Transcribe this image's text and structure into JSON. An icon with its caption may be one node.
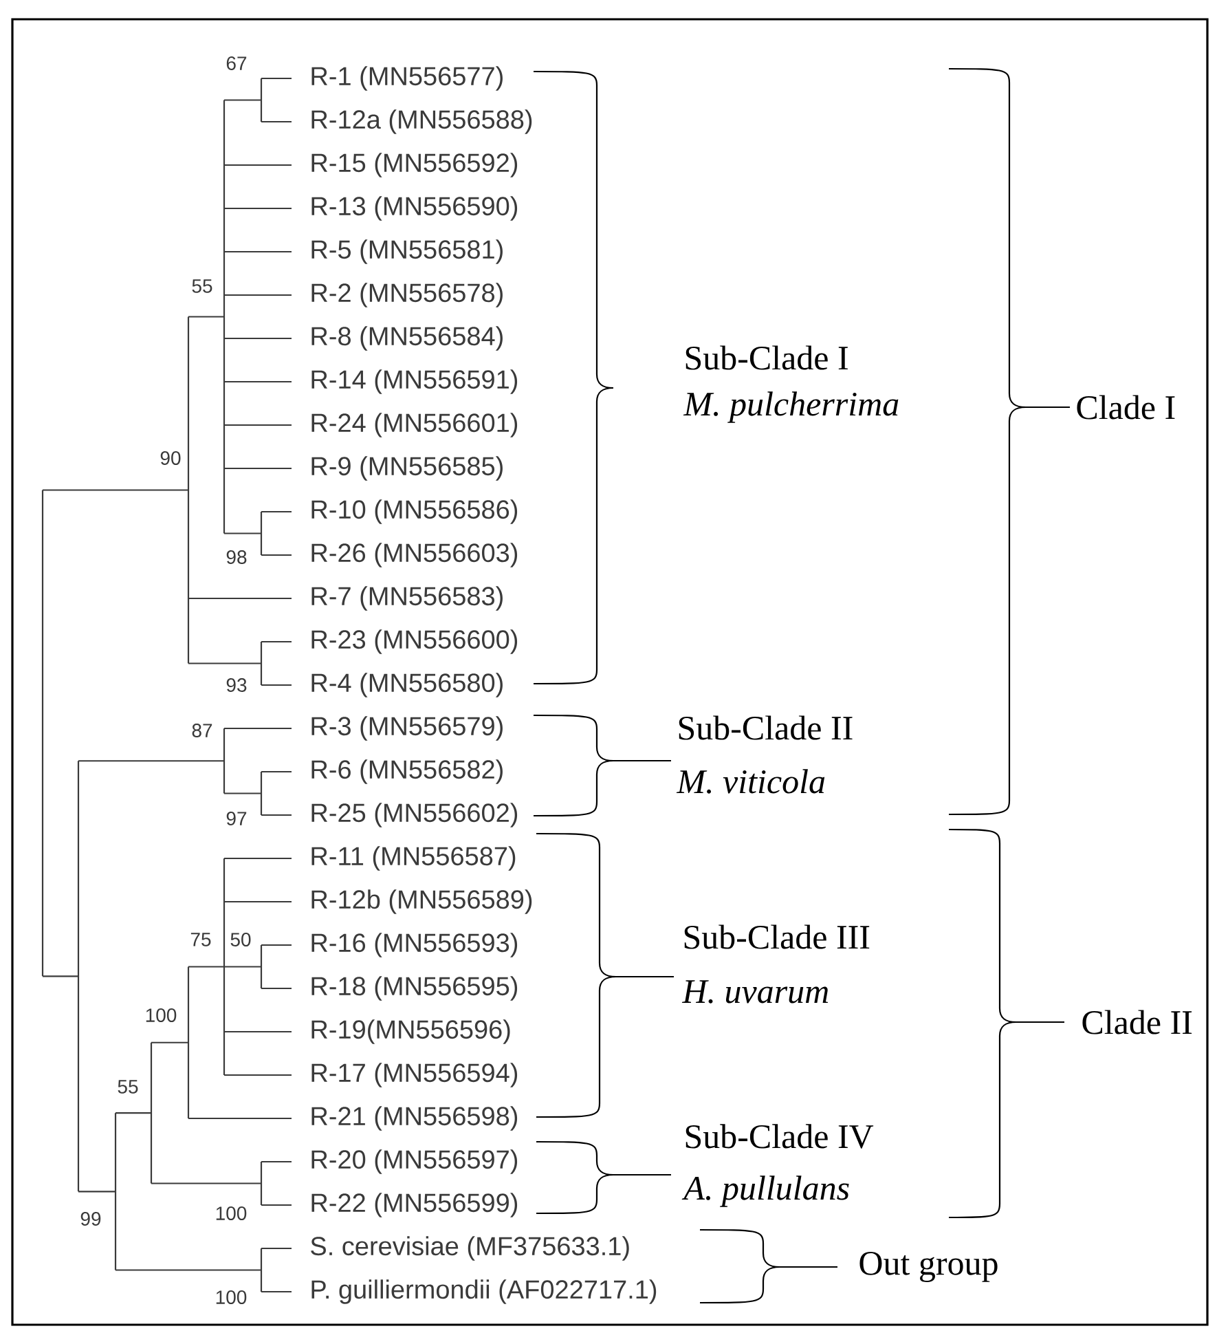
{
  "diagram": {
    "labels": [
      "R-1 (MN556577)",
      "R-12a (MN556588)",
      "R-15 (MN556592)",
      "R-13 (MN556590)",
      "R-5 (MN556581)",
      "R-2 (MN556578)",
      "R-8 (MN556584)",
      "R-14 (MN556591)",
      "R-24 (MN556601)",
      "R-9 (MN556585)",
      "R-10 (MN556586)",
      "R-26 (MN556603)",
      "R-7 (MN556583)",
      "R-23 (MN556600)",
      "R-4 (MN556580)",
      "R-3 (MN556579)",
      "R-6 (MN556582)",
      "R-25 (MN556602)",
      "R-11 (MN556587)",
      "R-12b (MN556589)",
      "R-16 (MN556593)",
      "R-18 (MN556595)",
      "R-19(MN556596)",
      "R-17 (MN556594)",
      "R-21 (MN556598)",
      "R-20 (MN556597)",
      "R-22 (MN556599)",
      "S. cerevisiae (MF375633.1)",
      "P. guilliermondii (AF022717.1)",
      "67",
      "55",
      "90",
      "98",
      "93",
      "87",
      "97",
      "75",
      "50",
      "100",
      "55",
      "100",
      "99",
      "100",
      "Sub-Clade I",
      "M. pulcherrima",
      "Clade I",
      "Sub-Clade II",
      "M. viticola",
      "Sub-Clade III",
      "H. uvarum",
      "Clade II",
      "Sub-Clade IV",
      "A. pullulans",
      "Out group"
    ]
  }
}
